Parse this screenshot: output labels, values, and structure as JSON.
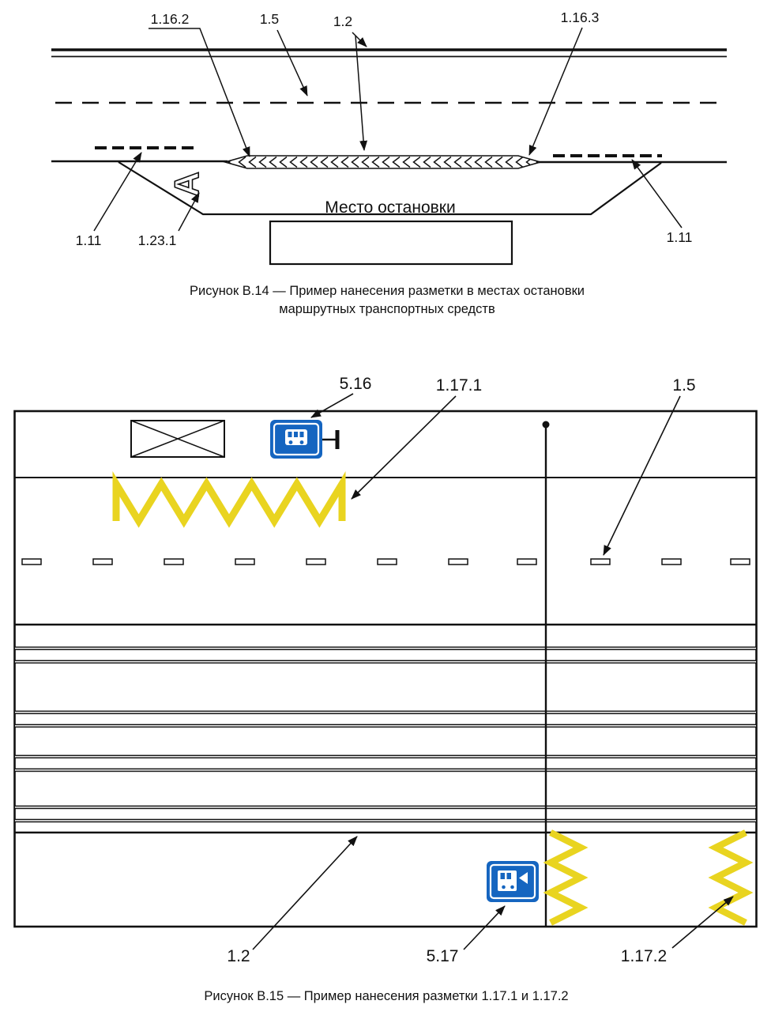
{
  "fig14": {
    "labels": {
      "m1162": "1.16.2",
      "m15": "1.5",
      "m12": "1.2",
      "m1163": "1.16.3",
      "m111_left": "1.11",
      "m1231": "1.23.1",
      "m111_right": "1.11"
    },
    "stop_text": "Место остановки",
    "bus_lane_letter": "А",
    "caption_line1": "Рисунок В.14 — Пример нанесения разметки в местах остановки",
    "caption_line2": "маршрутных транспортных средств"
  },
  "fig15": {
    "labels": {
      "s516": "5.16",
      "m1171": "1.17.1",
      "m15": "1.5",
      "m12": "1.2",
      "s517": "5.17",
      "m1172": "1.17.2"
    },
    "caption": "Рисунок В.15 — Пример нанесения разметки 1.17.1 и 1.17.2"
  },
  "colors": {
    "line": "#111111",
    "marking_yellow": "#e9d420",
    "sign_blue": "#1565c0"
  }
}
